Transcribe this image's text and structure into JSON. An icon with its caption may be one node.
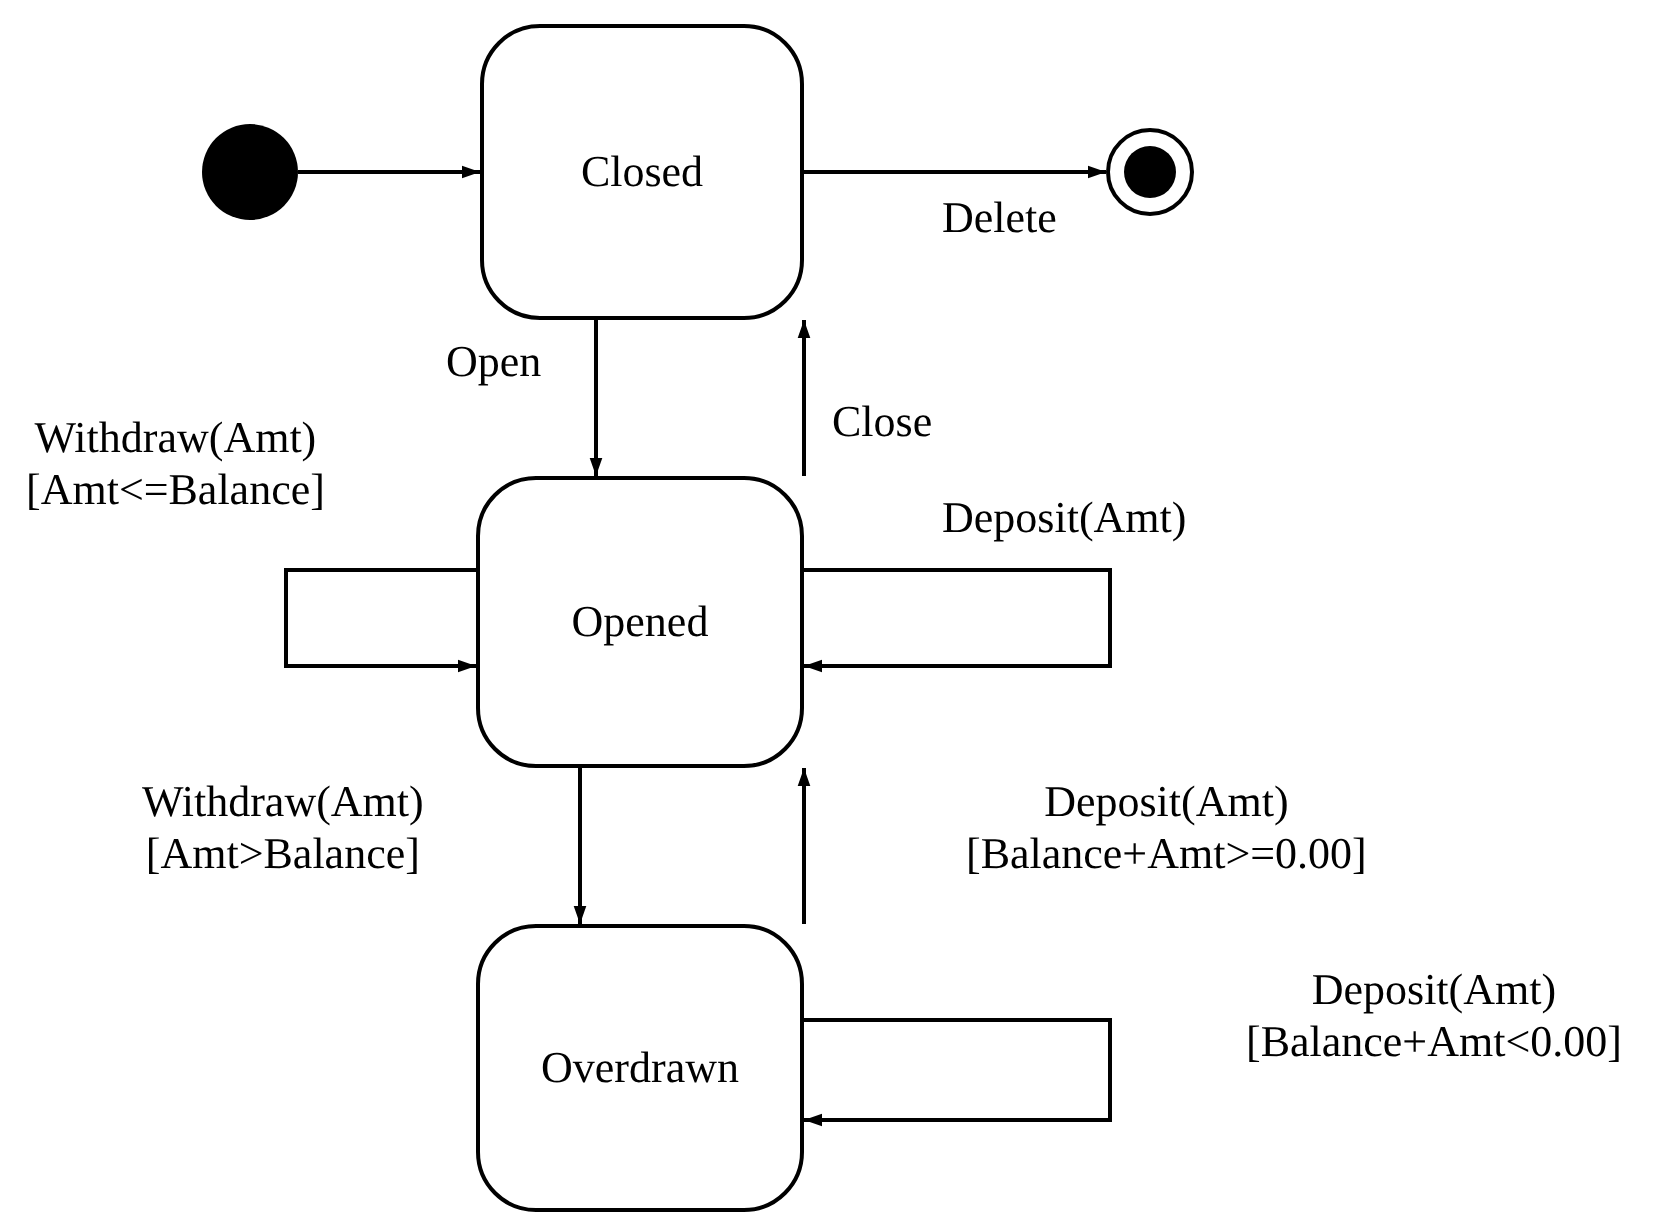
{
  "diagram": {
    "nodes": [
      {
        "text": [],
        "shape": "circle"
      },
      {
        "text": [
          "Closed"
        ]
      },
      {
        "text": [],
        "shape": "circle"
      },
      {
        "text": [
          "Opened"
        ]
      },
      {
        "text": [
          "Overdrawn"
        ]
      }
    ],
    "edges": [
      {
        "from": 0,
        "to": 1,
        "arrow": "to"
      },
      {
        "from": 1,
        "to": 2,
        "arrow": "to",
        "label": "Delete"
      },
      {
        "from": 1,
        "to": 3,
        "arrow": "to",
        "label": "Open"
      },
      {
        "from": 3,
        "to": 1,
        "arrow": "to",
        "label": "Close"
      },
      {
        "from": 3,
        "to": 3,
        "arrow": "to",
        "label": "Withdraw(Amt) [Amt<=Balance]"
      },
      {
        "from": 3,
        "to": 3,
        "arrow": "to",
        "label": "Deposit(Amt)"
      },
      {
        "from": 3,
        "to": 4,
        "arrow": "to",
        "label": "Withdraw(Amt) [Amt>Balance]"
      },
      {
        "from": 4,
        "to": 3,
        "arrow": "to",
        "label": "Deposit(Amt) [Balance+Amt>=0.00]"
      },
      {
        "from": 4,
        "to": 4,
        "arrow": "to",
        "label": "Deposit(Amt) [Balance+Amt<0.00]"
      }
    ]
  }
}
